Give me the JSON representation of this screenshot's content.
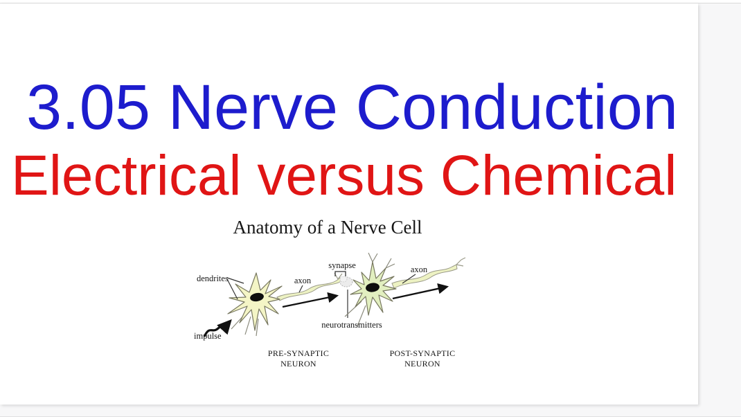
{
  "app": {
    "background_color": "#f7f7f8",
    "top_edge_color": "#d9d9d9",
    "bottom_edge_color": "#e0e0e0"
  },
  "slide": {
    "background_color": "#ffffff",
    "title": "3.05 Nerve Conduction",
    "title_color": "#1d1ccd",
    "subtitle": "Electrical versus Chemical",
    "subtitle_color": "#e01515"
  },
  "figure": {
    "heading": "Anatomy of a Nerve Cell",
    "labels": {
      "dendrites": "dendrites",
      "impulse": "impulse",
      "axon_left": "axon",
      "synapse": "synapse",
      "axon_right": "axon",
      "neurotransmitters": "neurotransmitters",
      "pre_synaptic_line1": "PRE-SYNAPTIC",
      "pre_synaptic_line2": "NEURON",
      "post_synaptic_line1": "POST-SYNAPTIC",
      "post_synaptic_line2": "NEURON"
    },
    "colors": {
      "pre_cell_fill": "#f4f5c6",
      "post_cell_fill": "#e2efc0",
      "axon_fill": "#edf2c3",
      "outline": "#77775f",
      "nucleus": "#0e0e0e",
      "synapse_cloud": "#ececec"
    }
  }
}
